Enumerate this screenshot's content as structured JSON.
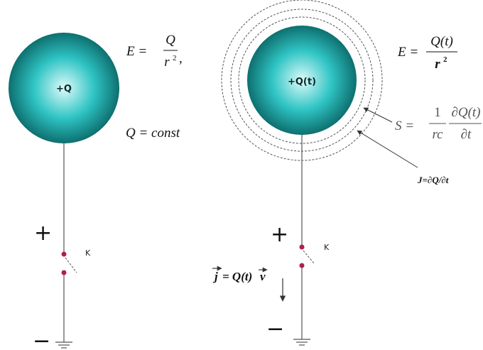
{
  "colors": {
    "sphere_center": "#dffafa",
    "sphere_mid": "#2fc4c4",
    "sphere_edge": "#0e6f6f",
    "wire": "#555555",
    "switch_dot": "#b0204a",
    "text": "#111111",
    "field_lines": "#555555"
  },
  "left": {
    "sphere_label": "+Q",
    "formula_E_lhs": "E =",
    "formula_E_num": "Q",
    "formula_E_den": "r",
    "formula_E_den_exp": "2",
    "formula_E_trail": ",",
    "formula_Q": "Q = const",
    "plus": "+",
    "minus": "−",
    "switch_label": "K"
  },
  "right": {
    "sphere_label": "+Q(t)",
    "formula_E_lhs": "E =",
    "formula_E_num": "Q(t)",
    "formula_E_den": "r",
    "formula_E_den_exp": "2",
    "formula_S_lhs": "S =",
    "formula_S_frac1_num": "1",
    "formula_S_frac1_den": "rc",
    "formula_S_frac2_num": "∂Q(t)",
    "formula_S_frac2_den": "∂t",
    "formula_J": "J=∂Q/∂t",
    "formula_j_lhs": "j",
    "formula_j_eq": "= Q(t)",
    "formula_j_v": "v",
    "plus": "+",
    "minus": "−",
    "switch_label": "K"
  }
}
